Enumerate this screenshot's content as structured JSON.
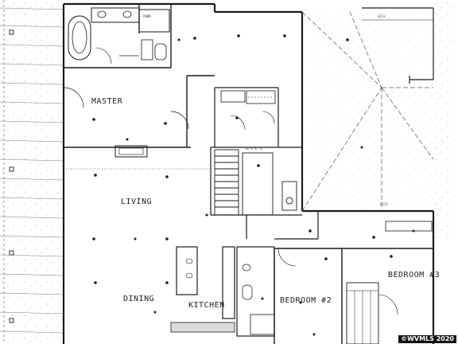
{
  "rooms": {
    "master": "MASTER",
    "living": "LIVING",
    "dining": "DINING",
    "kitchen": "KITCHEN",
    "bedroom2": "BEDROOM #2",
    "bedroom3": "BEDROOM #3"
  },
  "dimensions": {
    "top_right": "G213",
    "mid_right": "G213",
    "stair_note": "10'0\"x7'6\""
  },
  "watermark": "©WVMLS 2020",
  "colors": {
    "line": "#1a1a1a",
    "dotted": "#555555",
    "grey_fill": "#dcdcdc"
  }
}
